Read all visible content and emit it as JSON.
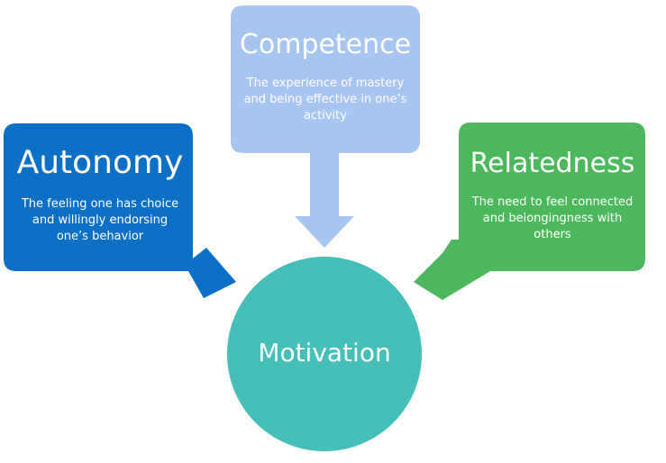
{
  "colors": {
    "autonomy": "#0b70c6",
    "competence": "#a8c4f0",
    "relatedness": "#4cb75c",
    "motivation": "#45bfb8",
    "text": "#ffffff"
  },
  "nodes": {
    "autonomy": {
      "title": "Autonomy",
      "description": "The feeling one has choice and willingly endorsing one’s behavior"
    },
    "competence": {
      "title": "Competence",
      "description": "The experience of mastery and being effective in one’s activity"
    },
    "relatedness": {
      "title": "Relatedness",
      "description": "The need to feel connected and belongingness with others"
    },
    "motivation": {
      "title": "Motivation"
    }
  }
}
